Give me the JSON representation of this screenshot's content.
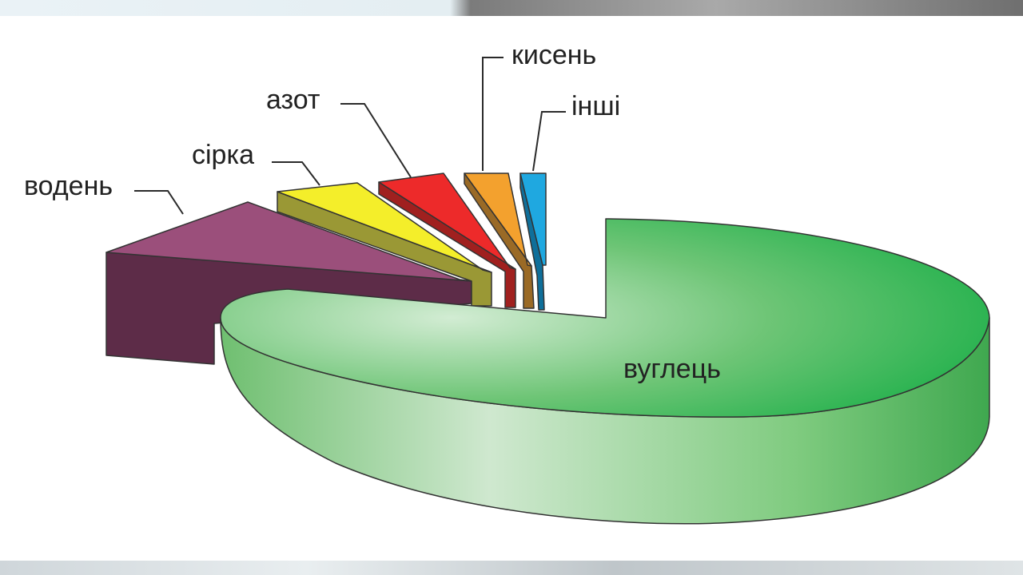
{
  "chart_data": {
    "type": "pie",
    "style": "3d-exploded",
    "slices": [
      {
        "label": "вуглець",
        "value": 75,
        "color": "#22b14c"
      },
      {
        "label": "водень",
        "value": 10,
        "color": "#9b4f7b"
      },
      {
        "label": "сірка",
        "value": 4,
        "color": "#f4ee2a"
      },
      {
        "label": "азот",
        "value": 5,
        "color": "#ed2a2a"
      },
      {
        "label": "кисень",
        "value": 4,
        "color": "#f3a12e"
      },
      {
        "label": "інші",
        "value": 2,
        "color": "#1fa8e0"
      }
    ]
  }
}
